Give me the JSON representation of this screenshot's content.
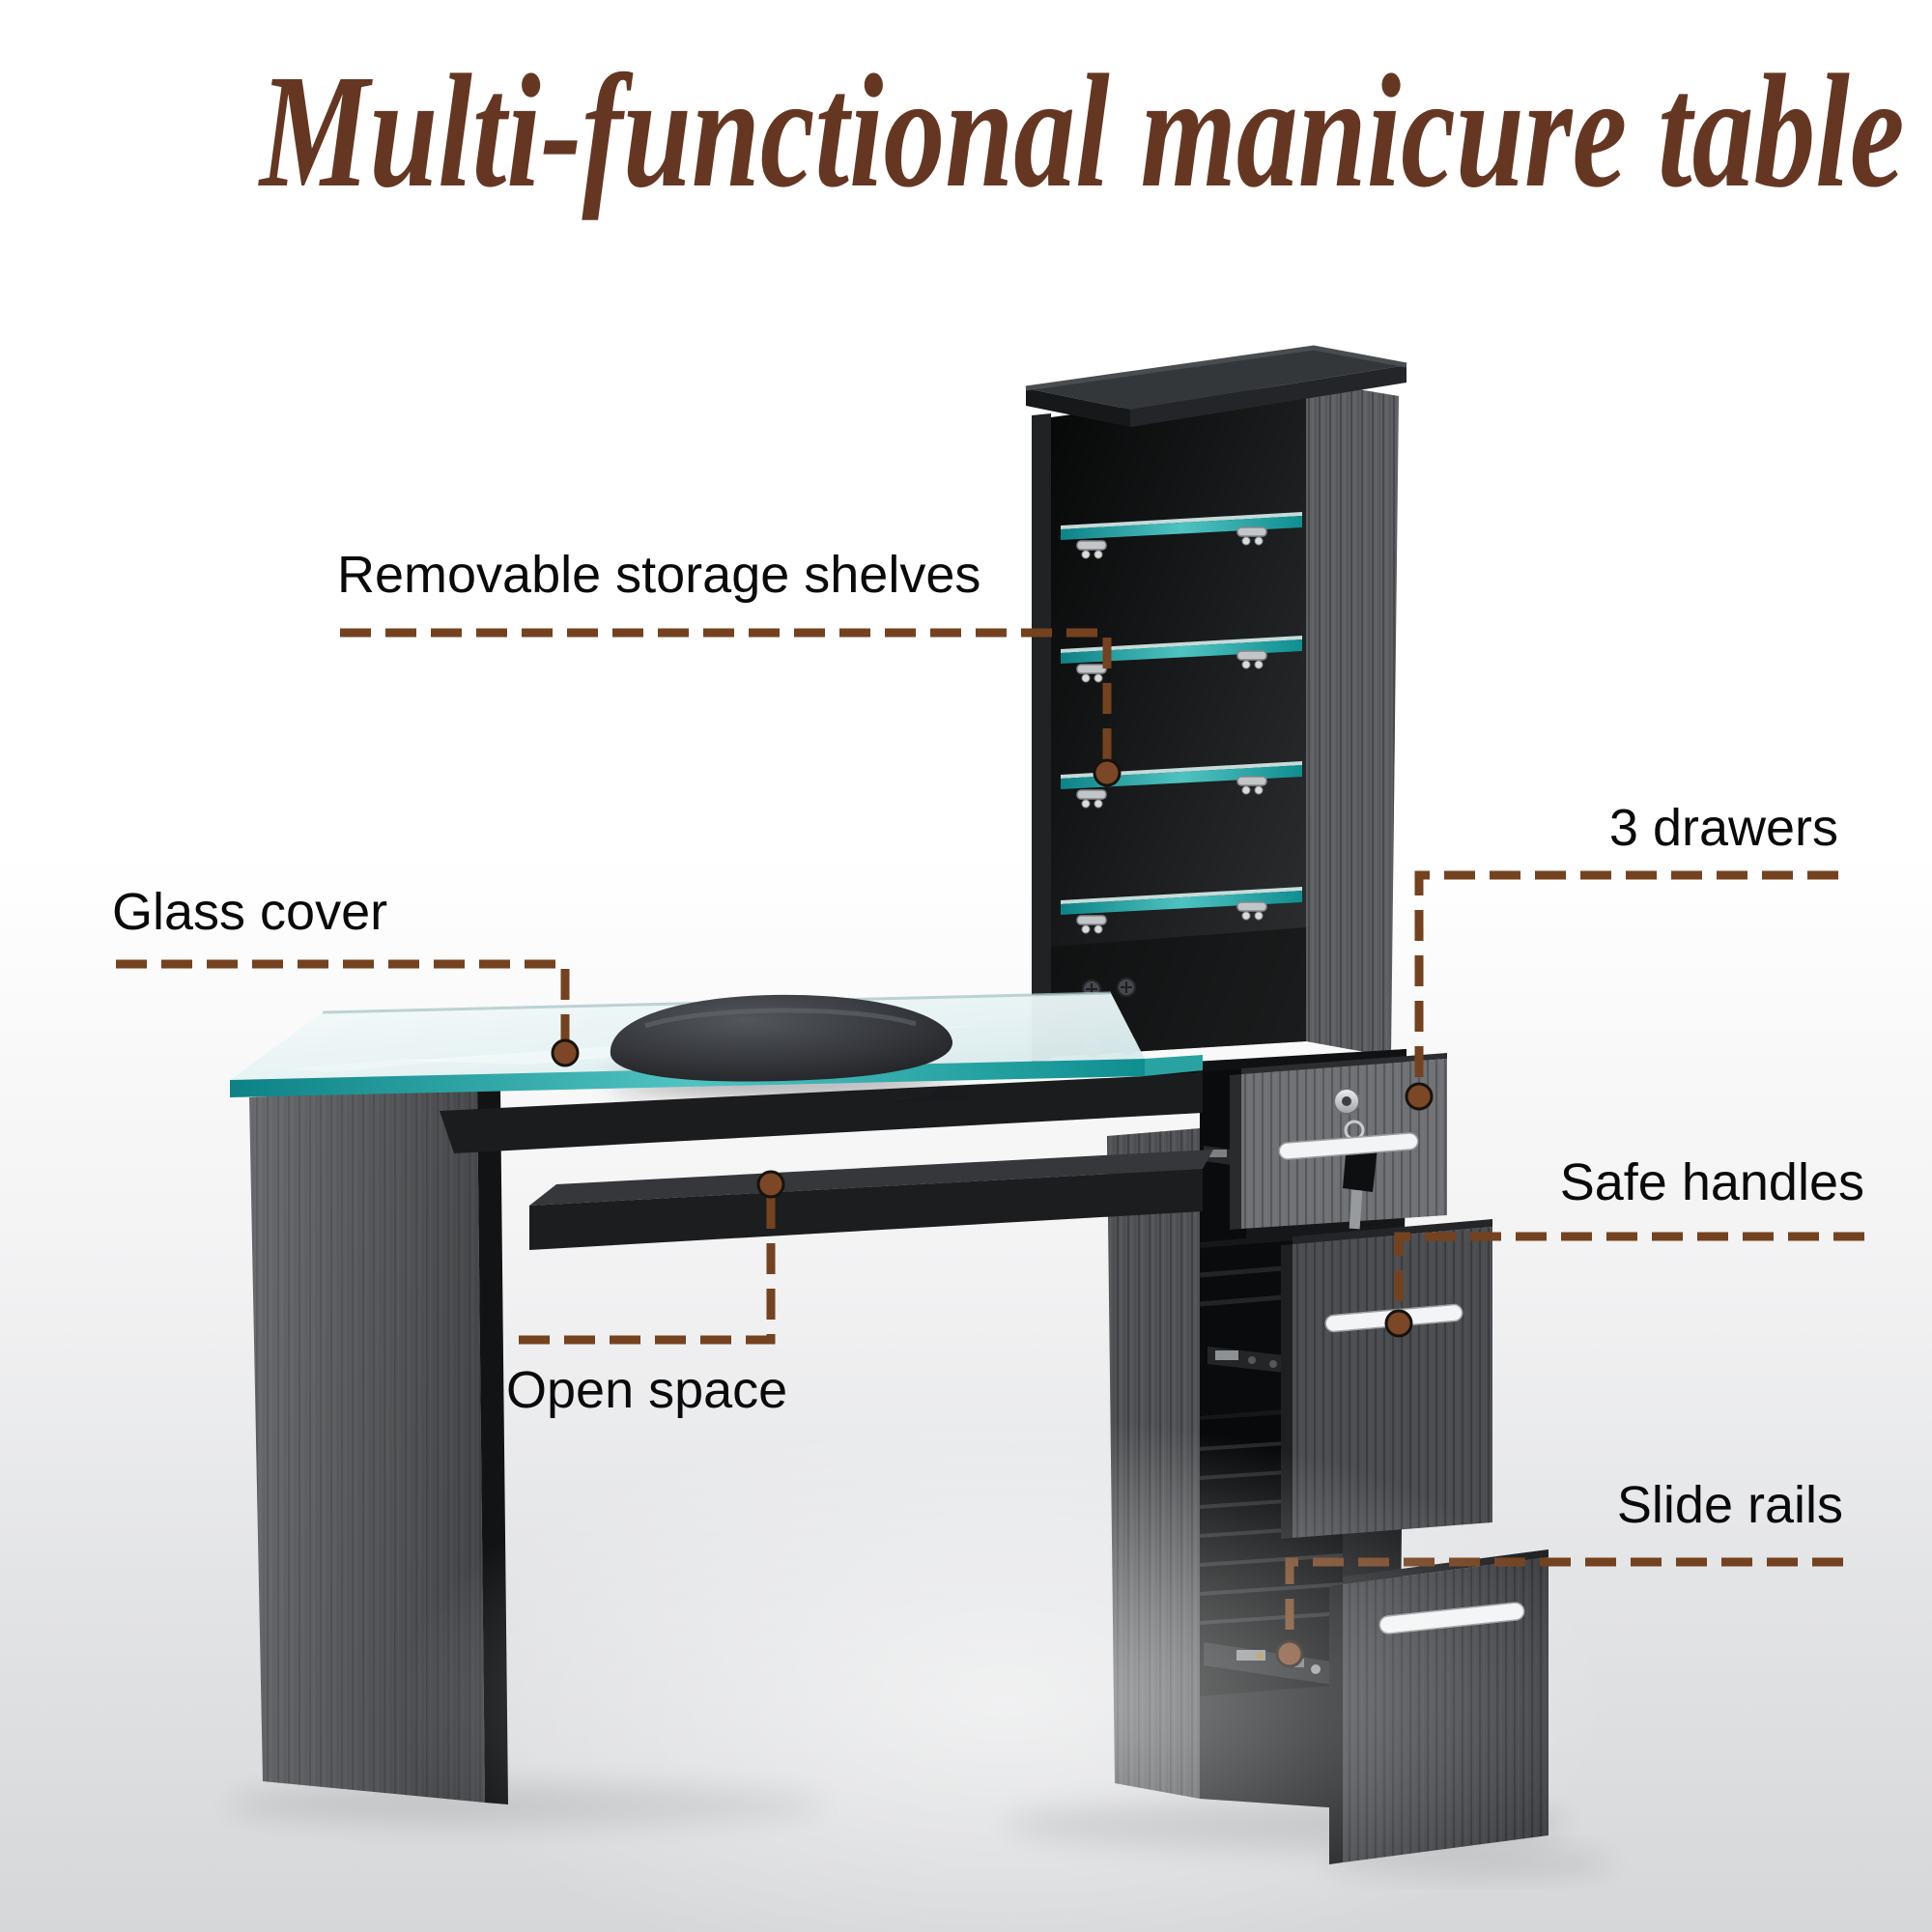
{
  "meta": {
    "kind": "product-feature-diagram"
  },
  "theme": {
    "title-color": "#653722",
    "label-color": "#0a0a0a",
    "callout-line-color": "#74421f",
    "callout-dot-color": "#7b4726",
    "background-top": "#ffffff",
    "background-bottom": "#d6d7d9"
  },
  "palette": {
    "glass_teal": "#14979a",
    "glass_tint": "#e8f4f5",
    "furniture_black": "#17181a",
    "wood_gray": "#5d5f63",
    "drawer_gray": "#4b4d51",
    "handle_white": "#f3f4f5"
  },
  "title": {
    "text": "Multi-functional manicure table"
  },
  "features": {
    "shelves": {
      "label": "Removable storage shelves"
    },
    "glass": {
      "label": "Glass cover"
    },
    "drawers": {
      "label": "3 drawers"
    },
    "handles": {
      "label": "Safe handles"
    },
    "open_space": {
      "label": "Open space"
    },
    "slide_rails": {
      "label": "Slide rails"
    }
  }
}
